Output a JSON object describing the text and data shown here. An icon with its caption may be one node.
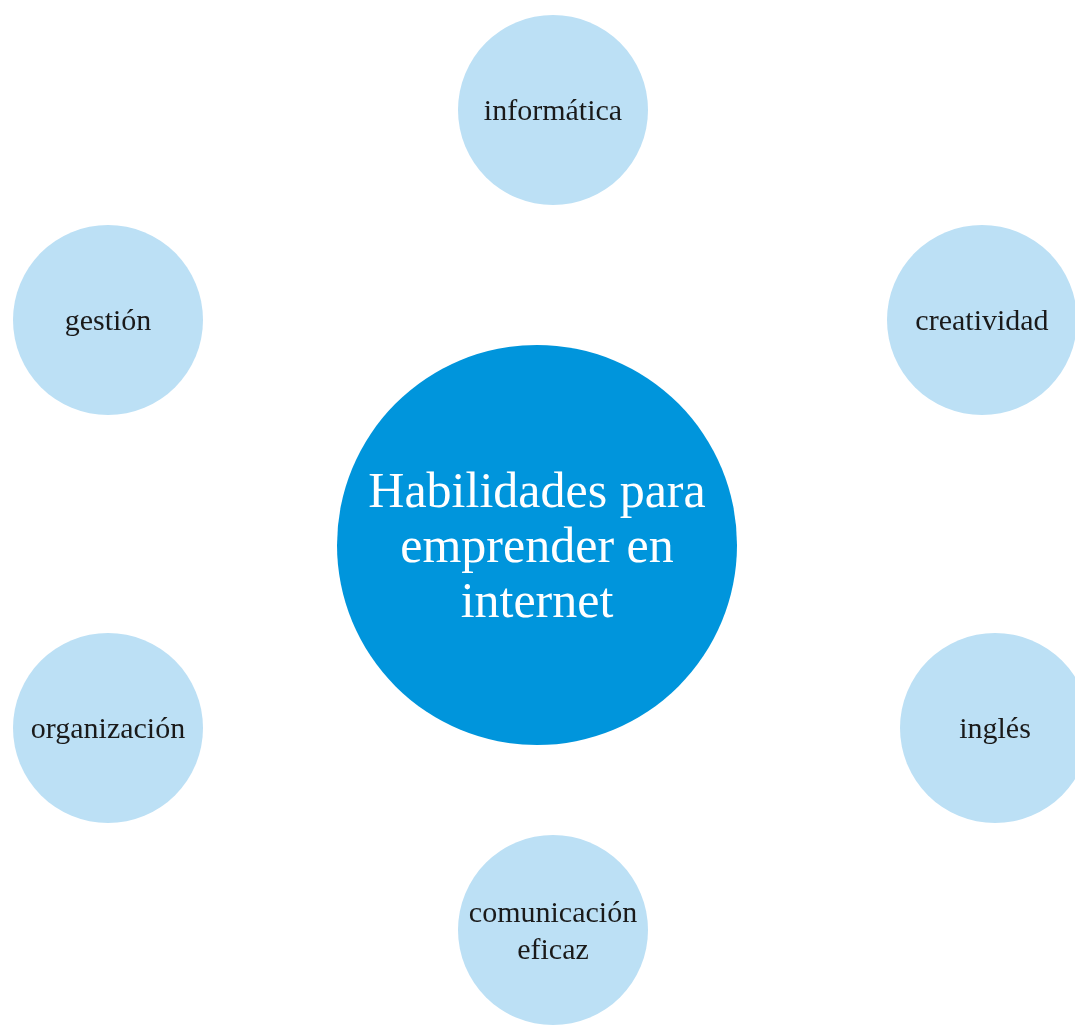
{
  "diagram": {
    "nodes": [
      {
        "text": [
          "informática"
        ]
      },
      {
        "text": [
          "gestión"
        ]
      },
      {
        "text": [
          "creatividad"
        ]
      },
      {
        "text": [
          "Habilidades para emprender en internet"
        ]
      },
      {
        "text": [
          "organización"
        ]
      },
      {
        "text": [
          "inglés"
        ]
      },
      {
        "text": [
          "comunicación eficaz"
        ]
      }
    ]
  }
}
